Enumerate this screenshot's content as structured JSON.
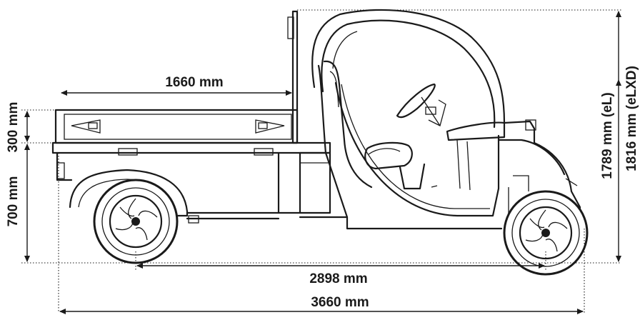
{
  "dimensions": {
    "bed_length": "1660 mm",
    "bed_height": "300 mm",
    "ground_to_bed": "700 mm",
    "height_el": "1789 mm (eL)",
    "height_elxd": "1816 mm (eLXD)",
    "wheelbase": "2898 mm",
    "overall_length": "3660 mm"
  },
  "colors": {
    "line": "#1a1a1a",
    "background": "#ffffff"
  }
}
